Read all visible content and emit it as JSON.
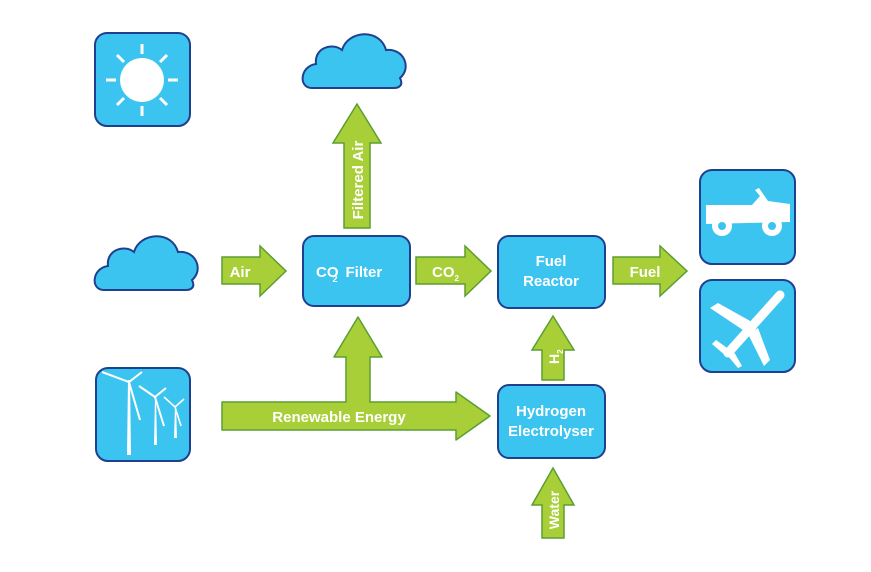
{
  "colors": {
    "box_fill": "#3cc4f0",
    "box_stroke": "#1f3f8f",
    "arrow_fill": "#a9cf38",
    "arrow_stroke": "#5a9e32",
    "text": "#ffffff"
  },
  "sources": {
    "sun": "sun-icon",
    "air_cloud": "cloud-icon",
    "wind": "wind-turbines-icon"
  },
  "outputs": {
    "filtered_air_cloud": "cloud-icon",
    "car": "jeep-icon",
    "plane": "airplane-icon"
  },
  "processes": {
    "co2_filter": {
      "main": "CO",
      "sub": "2",
      "rest": "Filter"
    },
    "fuel_reactor": {
      "line1": "Fuel",
      "line2": "Reactor"
    },
    "electrolyser": {
      "line1": "Hydrogen",
      "line2": "Electrolyser"
    }
  },
  "flows": {
    "air": "Air",
    "co2": {
      "main": "CO",
      "sub": "2"
    },
    "fuel": "Fuel",
    "filtered_air": "Filtered Air",
    "renewable": "Renewable Energy",
    "h2": {
      "main": "H",
      "sub": "2"
    },
    "water": "Water"
  }
}
